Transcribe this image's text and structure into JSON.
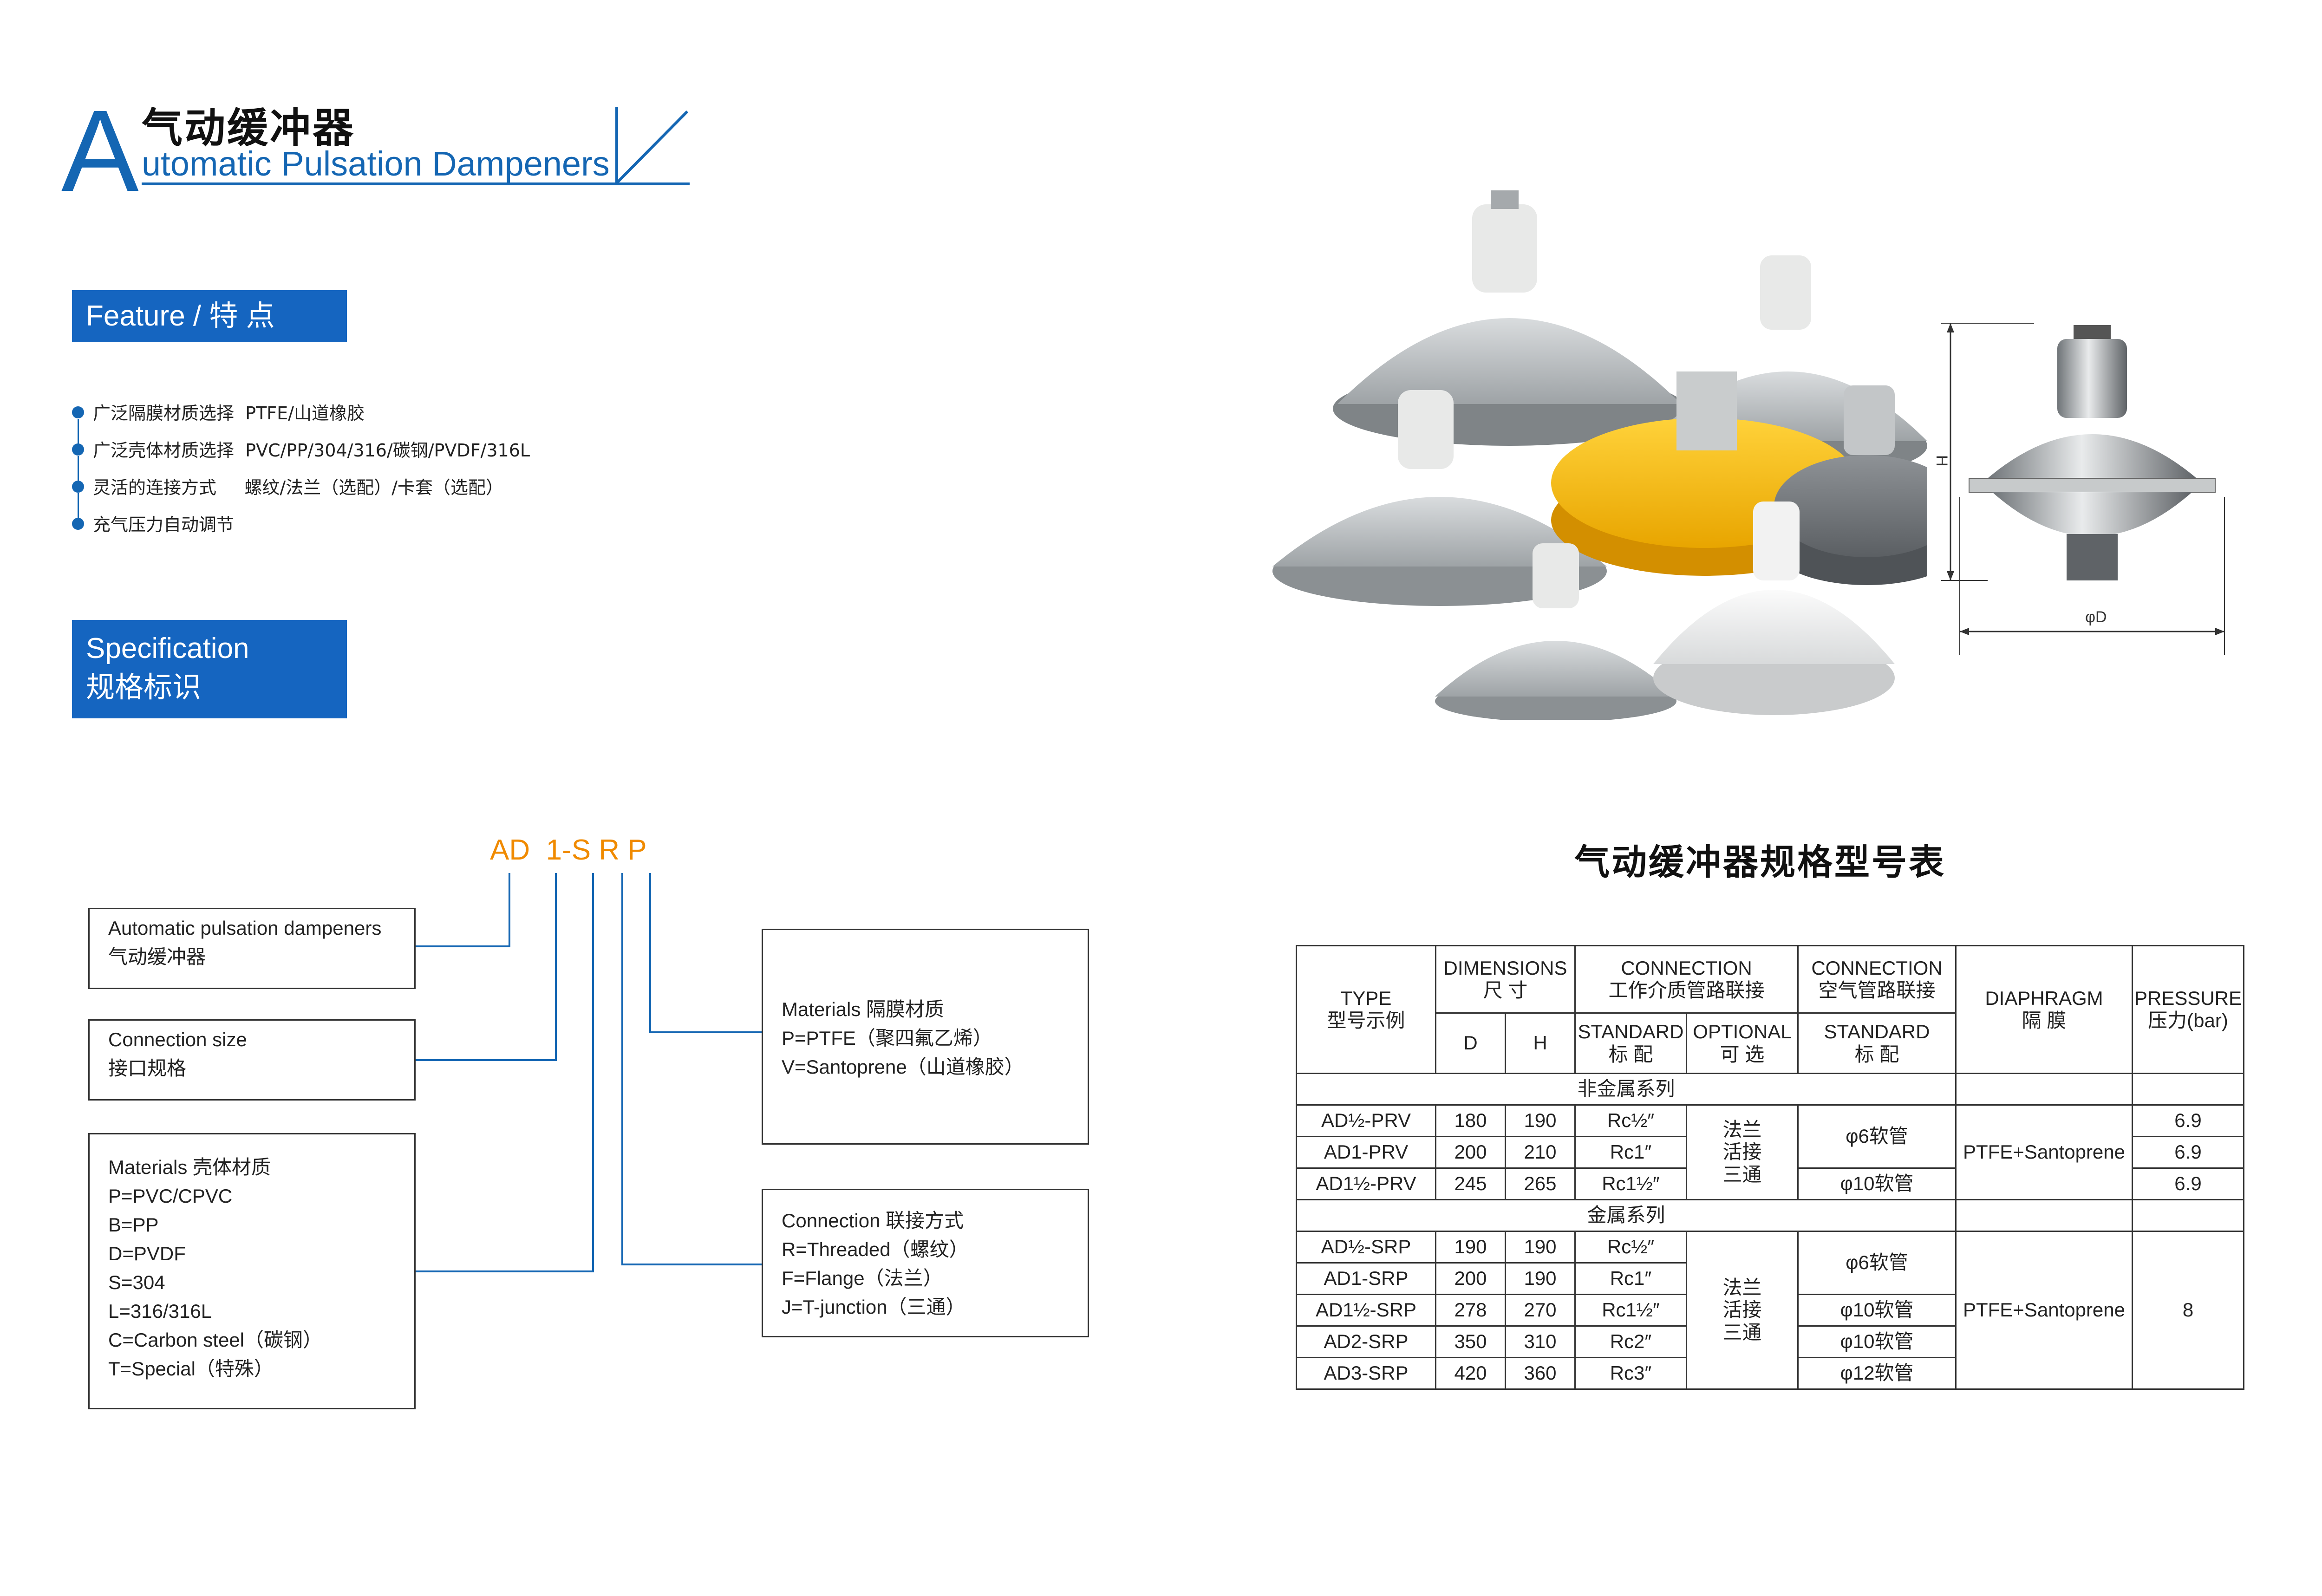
{
  "header": {
    "letter": "A",
    "title_cn": "气动缓冲器",
    "title_en": "utomatic Pulsation Dampeners"
  },
  "feature": {
    "title": "Feature / 特 点",
    "items": [
      "广泛隔膜材质选择  PTFE/山道橡胶",
      "广泛壳体材质选择  PVC/PP/304/316/碳钢/PVDF/316L",
      "灵活的连接方式     螺纹/法兰（选配）/卡套（选配）",
      "充气压力自动调节"
    ]
  },
  "spec": {
    "title_en": "Specification",
    "title_cn": "规格标识"
  },
  "code": {
    "text": "AD  1-S R P"
  },
  "boxes": {
    "b1": [
      "Automatic pulsation dampeners",
      "气动缓冲器"
    ],
    "b2": [
      "Connection size",
      "接口规格"
    ],
    "b3": [
      "Materials 壳体材质",
      "P=PVC/CPVC",
      "B=PP",
      "D=PVDF",
      "S=304",
      "L=316/316L",
      "C=Carbon steel（碳钢）",
      "T=Special（特殊）"
    ],
    "b4": [
      "Materials 隔膜材质",
      "P=PTFE（聚四氟乙烯）",
      "V=Santoprene（山道橡胶）"
    ],
    "b5": [
      "Connection 联接方式",
      "R=Threaded（螺纹）",
      "F=Flange（法兰）",
      "J=T-junction（三通）"
    ]
  },
  "diagram": {
    "h_label": "H",
    "d_label": "φD"
  },
  "table": {
    "title": "气动缓冲器规格型号表",
    "h_type": [
      "TYPE",
      "型号示例"
    ],
    "h_dim": [
      "DIMENSIONS",
      "尺 寸"
    ],
    "h_conn1": [
      "CONNECTION",
      "工作介质管路联接"
    ],
    "h_conn2": [
      "CONNECTION",
      "空气管路联接"
    ],
    "h_dia": [
      "DIAPHRAGM",
      "隔 膜"
    ],
    "h_press": [
      "PRESSURE",
      "压力(bar)"
    ],
    "h_D": "D",
    "h_H": "H",
    "h_std": [
      "STANDARD",
      "标 配"
    ],
    "h_opt": [
      "OPTIONAL",
      "可 选"
    ],
    "h_std2": [
      "STANDARD",
      "标 配"
    ],
    "group1": "非金属系列",
    "group2": "金属系列",
    "opt_text": [
      "法兰",
      "活接",
      "三通"
    ],
    "g1_rows": [
      [
        "AD½-PRV",
        "180",
        "190",
        "Rc½″",
        "6.9"
      ],
      [
        "AD1-PRV",
        "200",
        "210",
        "Rc1″",
        "6.9"
      ],
      [
        "AD1½-PRV",
        "245",
        "265",
        "Rc1½″",
        "6.9"
      ]
    ],
    "g1_air": [
      "φ6软管",
      "φ10软管"
    ],
    "g2_rows": [
      [
        "AD½-SRP",
        "190",
        "190",
        "Rc½″"
      ],
      [
        "AD1-SRP",
        "200",
        "190",
        "Rc1″"
      ],
      [
        "AD1½-SRP",
        "278",
        "270",
        "Rc1½″"
      ],
      [
        "AD2-SRP",
        "350",
        "310",
        "Rc2″"
      ],
      [
        "AD3-SRP",
        "420",
        "360",
        "Rc3″"
      ]
    ],
    "g2_air": [
      "φ6软管",
      "φ10软管",
      "φ10软管",
      "φ12软管"
    ],
    "diaphragm": "PTFE+Santoprene",
    "g2_pressure": "8"
  }
}
